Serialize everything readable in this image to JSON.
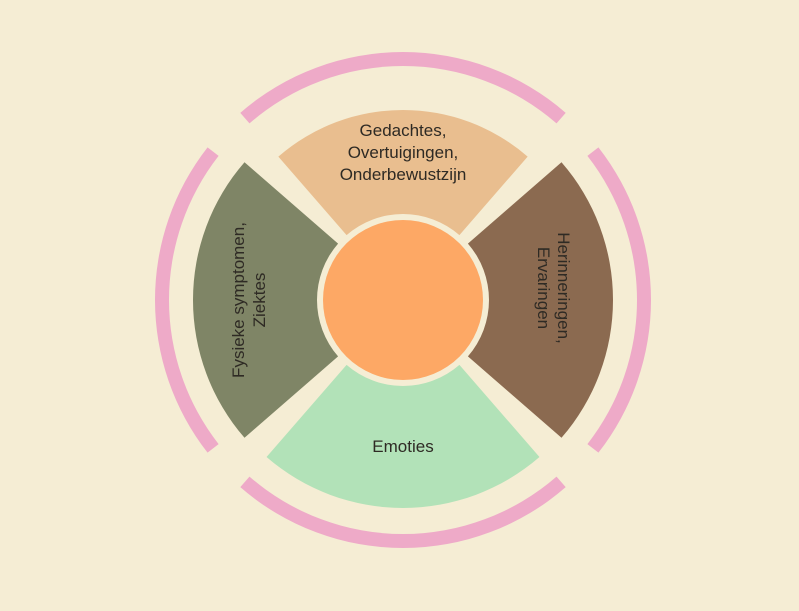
{
  "segments": [
    {
      "label_lines": [
        "Gedachtes,",
        "Overtuigingen,",
        "Onderbewustzijn"
      ],
      "color": "#e9be8f"
    },
    {
      "label_lines": [
        "Herinneringen,",
        "Ervaringen"
      ],
      "color": "#8b6a50"
    },
    {
      "label_lines": [
        "Emoties"
      ],
      "color": "#b2e2b8"
    },
    {
      "label_lines": [
        "Fysieke symptomen,",
        "Ziektes"
      ],
      "color": "#7f8566"
    }
  ],
  "colors": {
    "background": "#f5edd4",
    "ring": "#eeaac8",
    "center": "#fda865"
  }
}
